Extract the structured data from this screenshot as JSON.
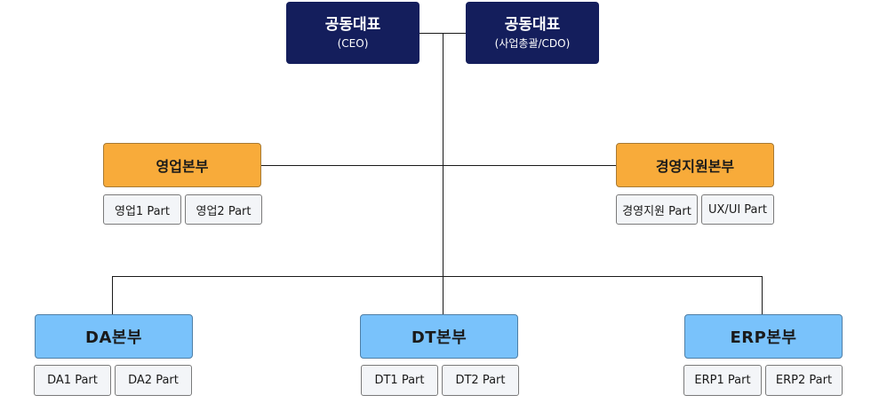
{
  "executives": [
    {
      "title": "공동대표",
      "subtitle": "(CEO)"
    },
    {
      "title": "공동대표",
      "subtitle": "(사업총괄/CDO)"
    }
  ],
  "divisions": {
    "sales": {
      "name": "영업본부",
      "parts": [
        "영업1 Part",
        "영업2 Part"
      ]
    },
    "support": {
      "name": "경영지원본부",
      "parts": [
        "경영지원 Part",
        "UX/UI Part"
      ]
    },
    "da": {
      "name": "DA본부",
      "parts": [
        "DA1 Part",
        "DA2 Part"
      ]
    },
    "dt": {
      "name": "DT본부",
      "parts": [
        "DT1 Part",
        "DT2 Part"
      ]
    },
    "erp": {
      "name": "ERP본부",
      "parts": [
        "ERP1 Part",
        "ERP2 Part"
      ]
    }
  },
  "colors": {
    "executive": "#141e5c",
    "division_orange": "#f8ab3a",
    "division_blue": "#79c2fb",
    "part": "#f3f5f8"
  }
}
